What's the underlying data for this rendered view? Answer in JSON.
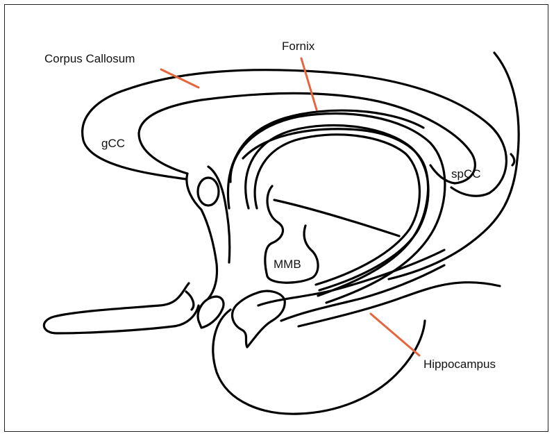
{
  "labels": {
    "corpus_callosum": "Corpus Callosum",
    "fornix": "Fornix",
    "gcc": "gCC",
    "spcc": "spCC",
    "mmb": "MMB",
    "hippocampus": "Hippocampus"
  },
  "colors": {
    "leader_line": "#e8643c",
    "outline": "#000000",
    "background": "#ffffff"
  }
}
